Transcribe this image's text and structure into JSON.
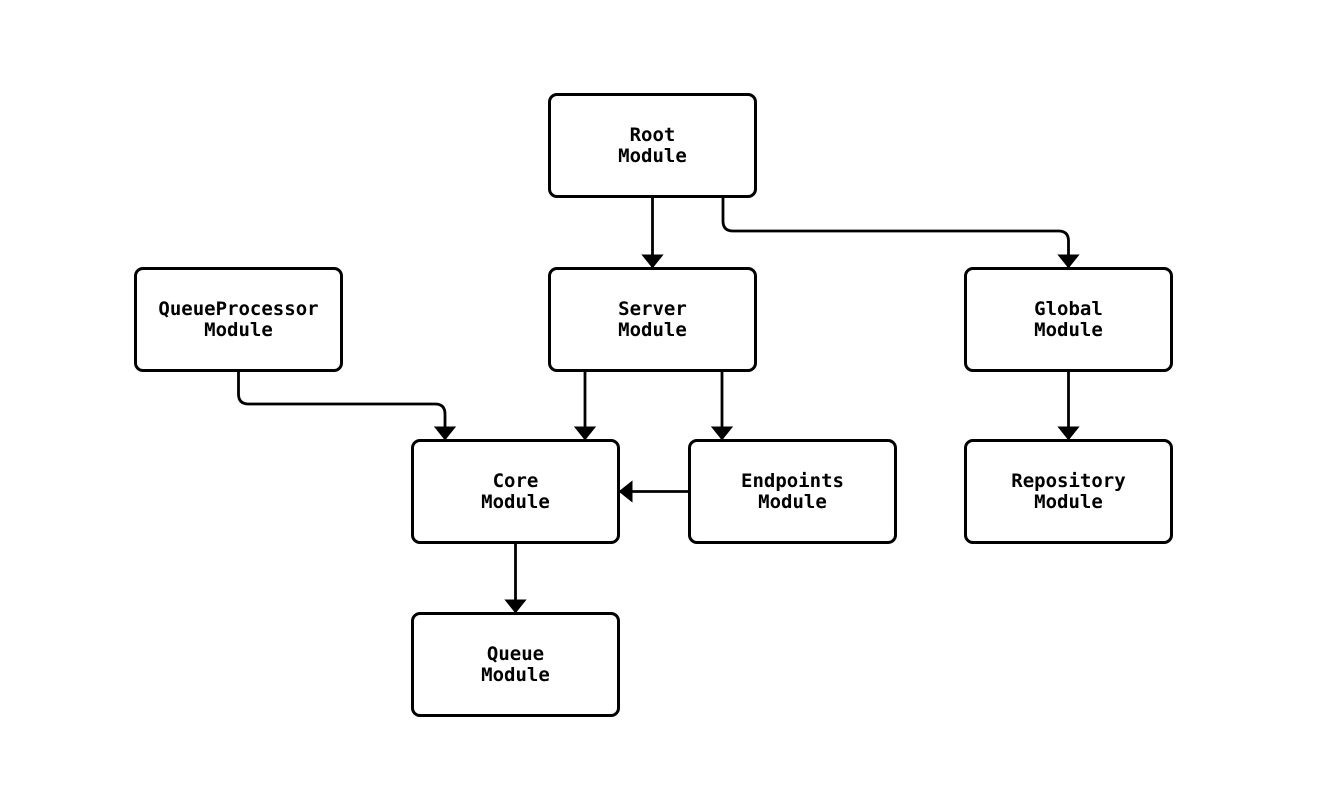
{
  "diagram": {
    "type": "module-dependency-graph",
    "colors": {
      "background": "#ffffff",
      "node_fill": "#ffffff",
      "node_border": "#000000",
      "edge_stroke": "#000000",
      "text": "#000000"
    },
    "nodes": {
      "root": {
        "label": "Root\nModule"
      },
      "queueprocessor": {
        "label": "QueueProcessor\nModule"
      },
      "server": {
        "label": "Server\nModule"
      },
      "global": {
        "label": "Global\nModule"
      },
      "core": {
        "label": "Core\nModule"
      },
      "endpoints": {
        "label": "Endpoints\nModule"
      },
      "repository": {
        "label": "Repository\nModule"
      },
      "queue": {
        "label": "Queue\nModule"
      }
    },
    "edges": [
      {
        "from": "Root Module",
        "to": "Server Module"
      },
      {
        "from": "Root Module",
        "to": "Global Module"
      },
      {
        "from": "QueueProcessor Module",
        "to": "Core Module"
      },
      {
        "from": "Server Module",
        "to": "Core Module"
      },
      {
        "from": "Server Module",
        "to": "Endpoints Module"
      },
      {
        "from": "Endpoints Module",
        "to": "Core Module"
      },
      {
        "from": "Global Module",
        "to": "Repository Module"
      },
      {
        "from": "Core Module",
        "to": "Queue Module"
      }
    ]
  }
}
